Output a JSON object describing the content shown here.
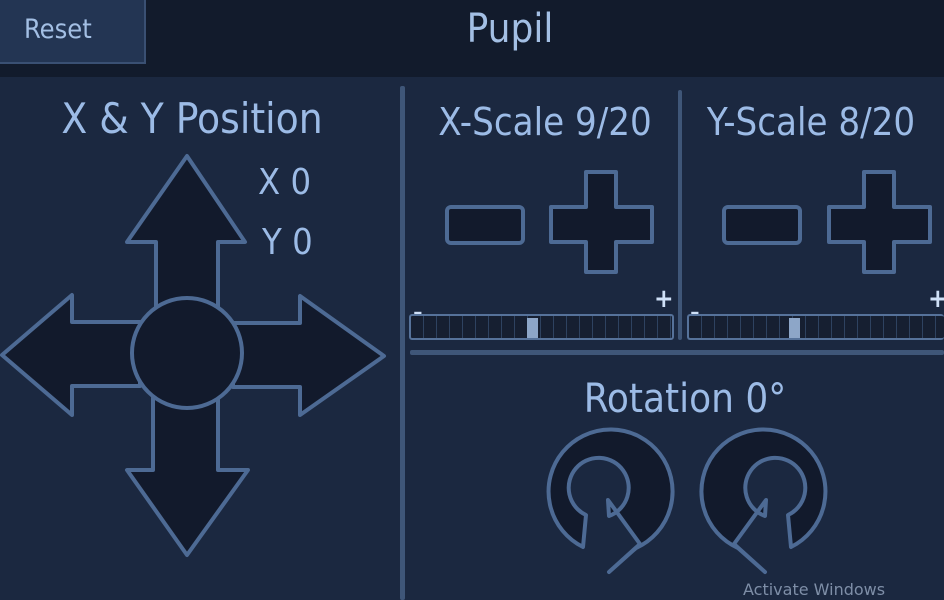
{
  "header": {
    "reset_label": "Reset",
    "title": "Pupil"
  },
  "position": {
    "title": "X & Y Position",
    "x_label": "X",
    "x_value": "0",
    "y_label": "Y",
    "y_value": "0"
  },
  "x_scale": {
    "title": "X-Scale 9/20",
    "value": 9,
    "max": 20,
    "minus_sign": "-",
    "plus_sign": "+"
  },
  "y_scale": {
    "title": "Y-Scale 8/20",
    "value": 8,
    "max": 20,
    "minus_sign": "-",
    "plus_sign": "+"
  },
  "rotation": {
    "title": "Rotation 0°",
    "value": 0
  },
  "watermark": "Activate Windows"
}
